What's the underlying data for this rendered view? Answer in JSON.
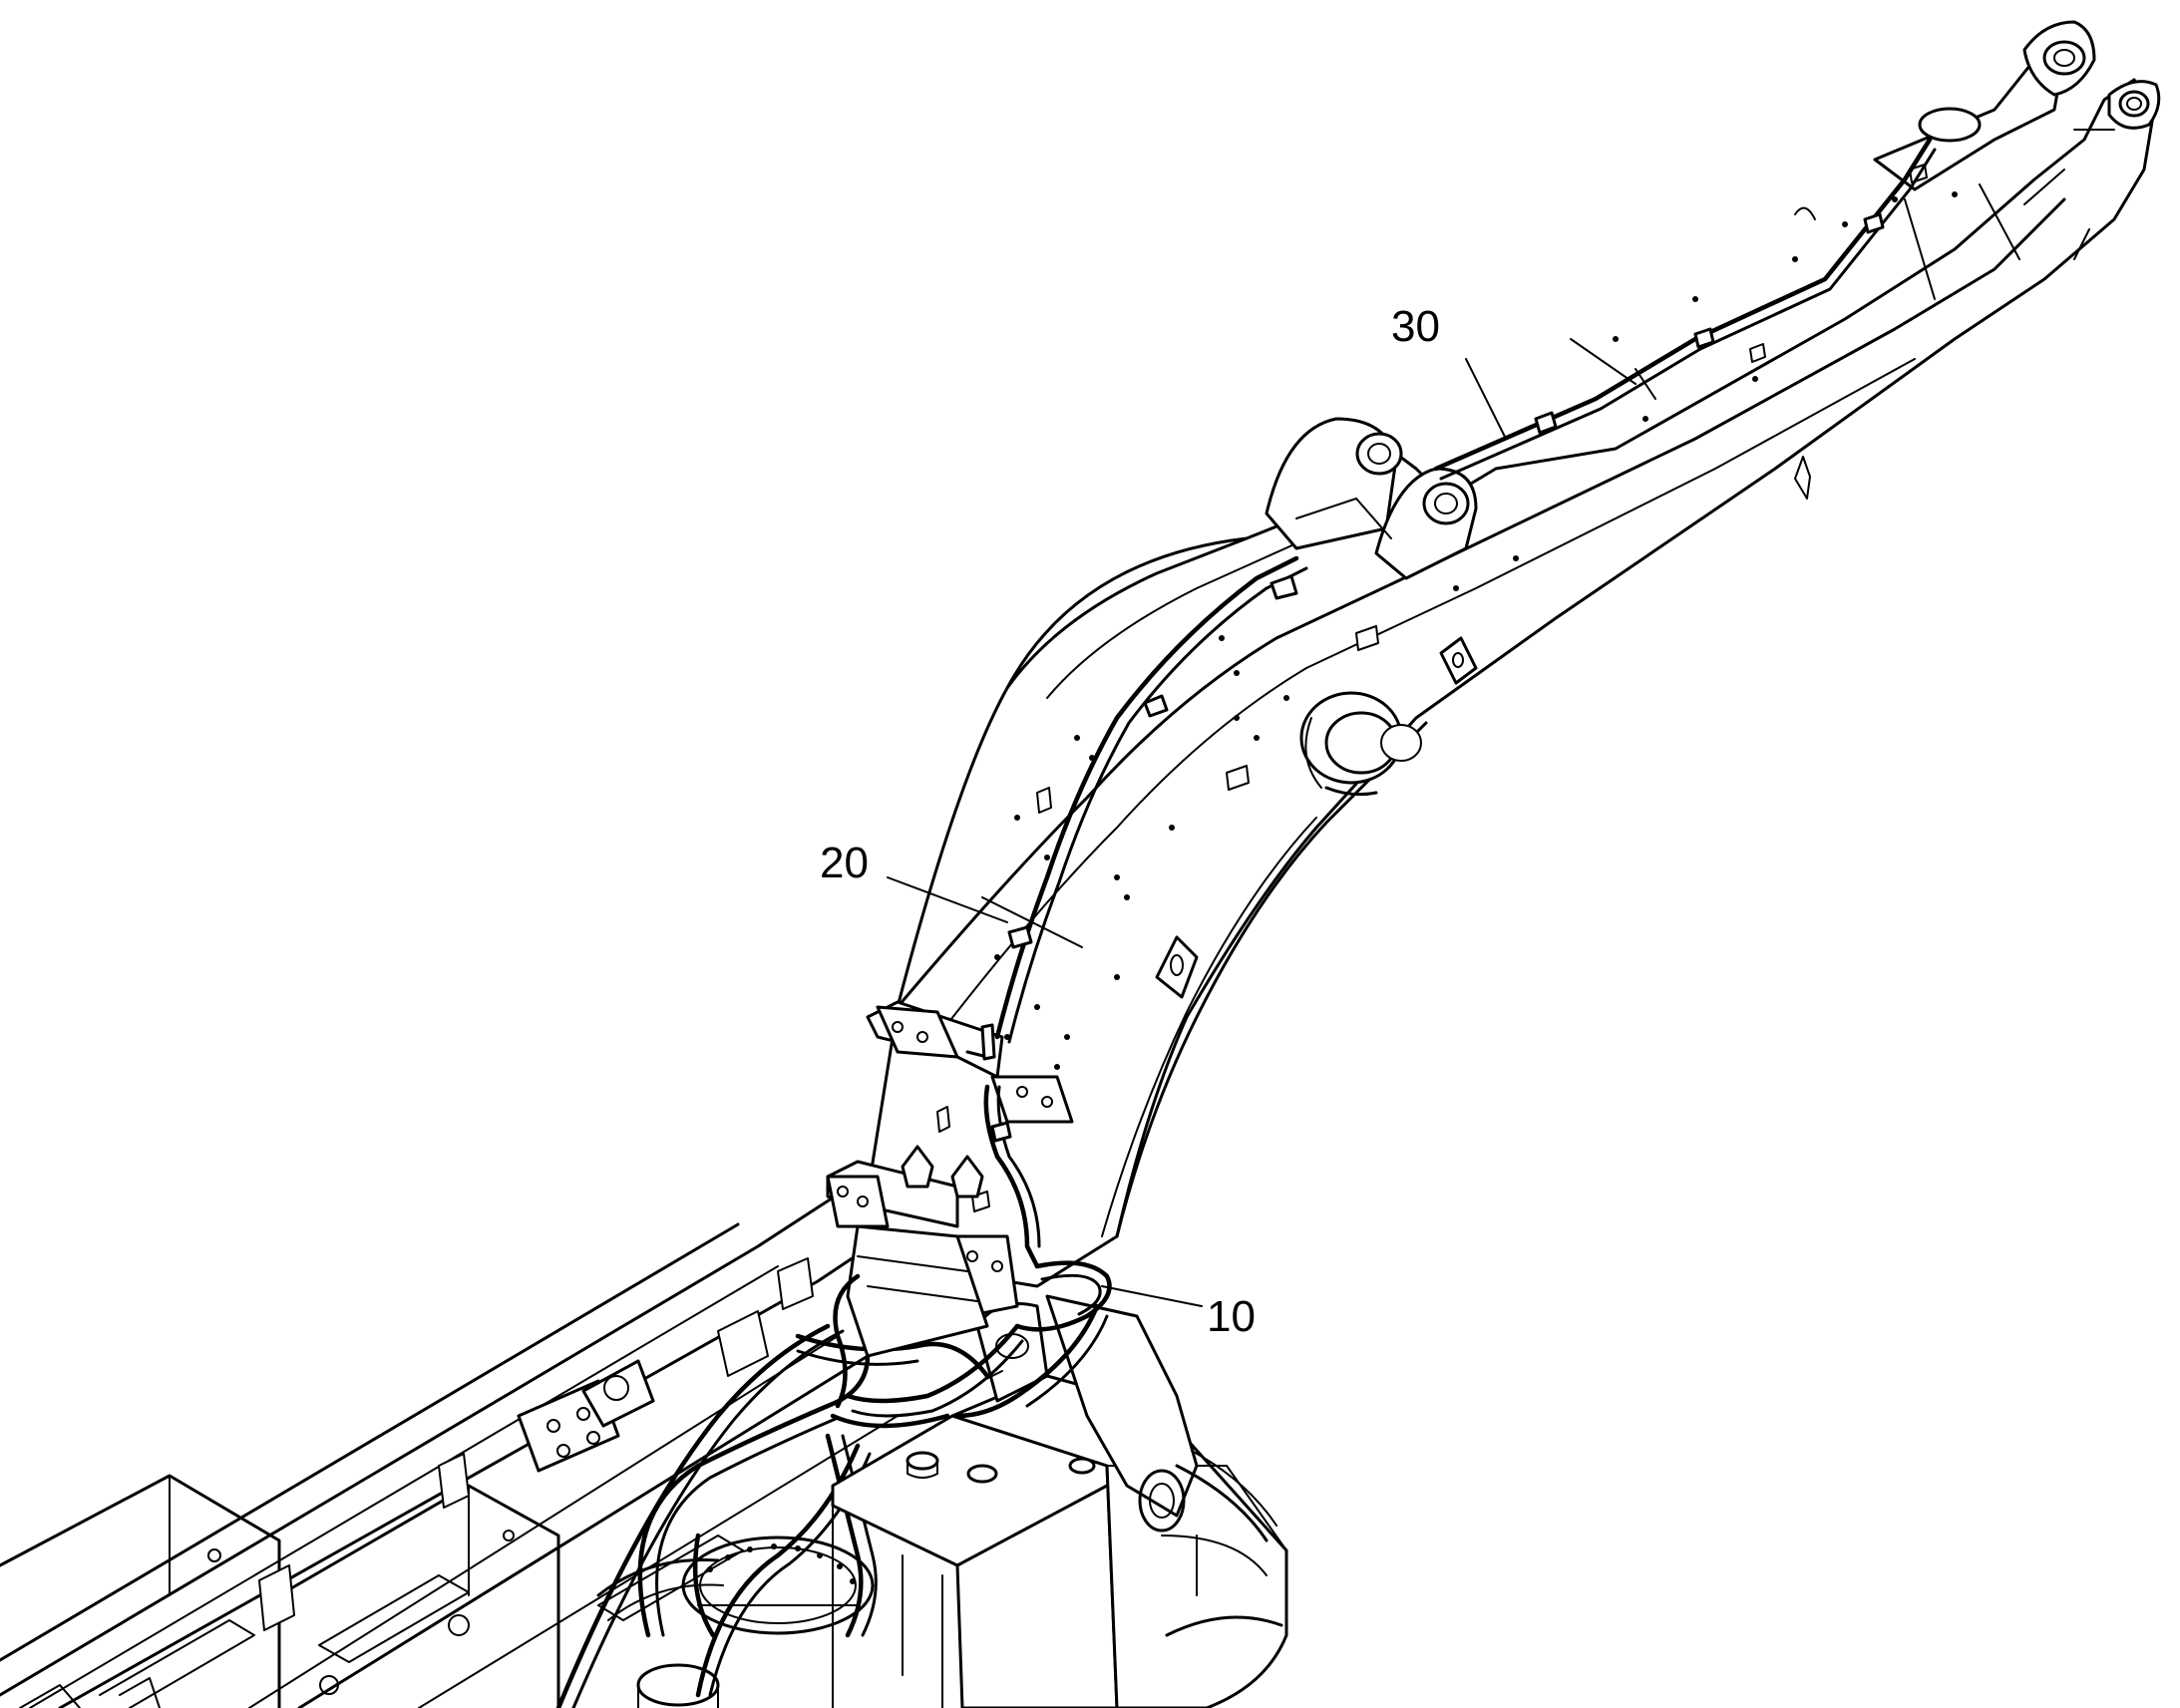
{
  "drawing": {
    "callouts": [
      {
        "id": "callout-10",
        "text": "10"
      },
      {
        "id": "callout-20",
        "text": "20"
      },
      {
        "id": "callout-30",
        "text": "30"
      }
    ],
    "line_color": "#000000",
    "background_color": "#ffffff"
  }
}
